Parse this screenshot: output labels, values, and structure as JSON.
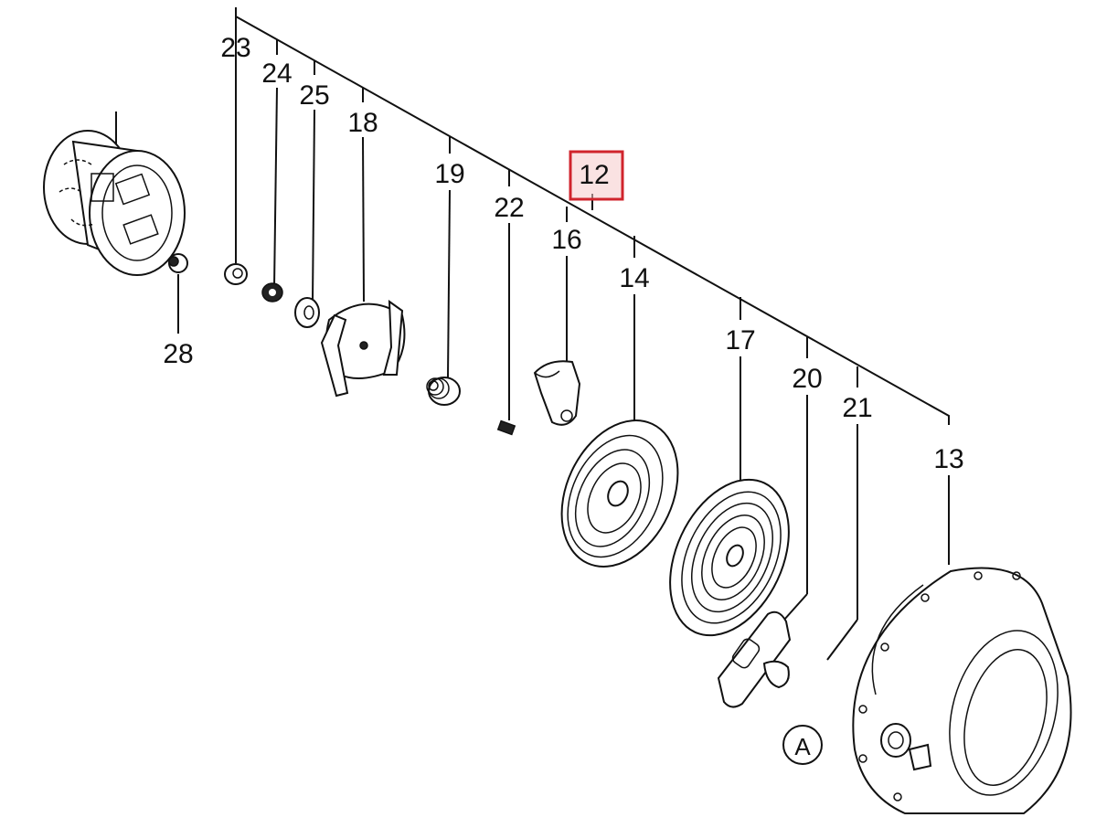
{
  "diagram": {
    "labels": {
      "p23": "23",
      "p24": "24",
      "p25": "25",
      "p18": "18",
      "p19": "19",
      "p22": "22",
      "p12": "12",
      "p16": "16",
      "p14": "14",
      "p17": "17",
      "p20": "20",
      "p21": "21",
      "p13": "13",
      "p28": "28",
      "pA": "A"
    },
    "highlighted_label": "12",
    "highlight_color": "#d0242c",
    "highlight_fill": "#f6caca"
  }
}
